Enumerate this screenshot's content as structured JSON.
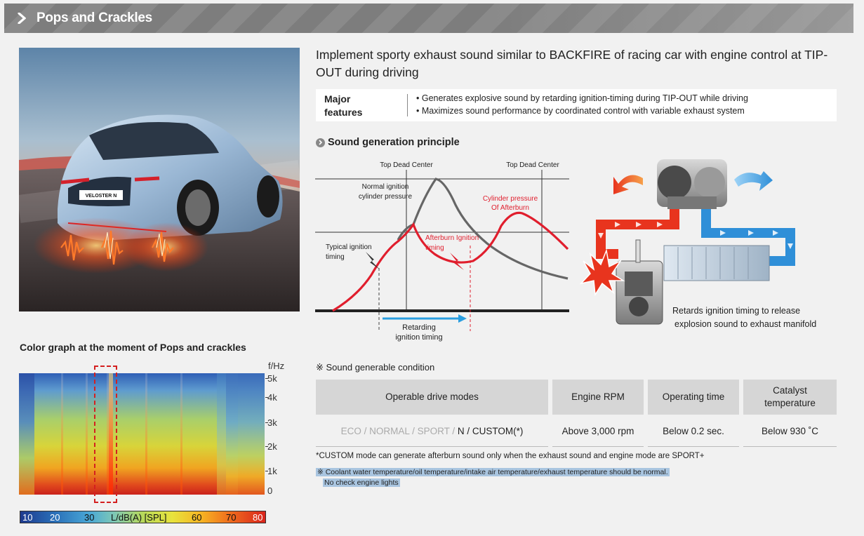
{
  "header": {
    "title": "Pops and Crackles"
  },
  "hero": {
    "badge": "VELOSTER N"
  },
  "intro": {
    "text": "Implement sporty exhaust sound similar to BACKFIRE of racing car with engine control at TIP-OUT during driving"
  },
  "features": {
    "label_line1": "Major",
    "label_line2": "features",
    "items": [
      "• Generates explosive sound by retarding ignition-timing during TIP-OUT while driving",
      "• Maximizes sound performance by coordinated control with variable exhaust system"
    ]
  },
  "principle": {
    "title": "Sound generation principle",
    "tdc_left": "Top Dead Center",
    "tdc_right": "Top Dead Center",
    "normal_line1": "Normal ignition",
    "normal_line2": "cylinder pressure",
    "typical_line1": "Typical ignition",
    "typical_line2": "timing",
    "afterburn_line1": "Afterburn Ignition",
    "afterburn_line2": "timing",
    "cyl_line1": "Cylinder pressure",
    "cyl_line2": "Of Afterburn",
    "retard_line1": "Retarding",
    "retard_line2": "ignition timing",
    "colors": {
      "normal": "#666666",
      "afterburn": "#e01e2d",
      "arrow": "#2a9ee0"
    }
  },
  "engine": {
    "caption_line1": "Retards ignition timing to release",
    "caption_line2": "explosion sound to exhaust manifold",
    "colors": {
      "hot": "#e8341e",
      "cold": "#2f8fd8"
    }
  },
  "color_graph": {
    "title": "Color graph at the moment of Pops and crackles",
    "unit": "f/Hz",
    "freq_labels": [
      "5k",
      "4k",
      "3k",
      "2k",
      "1k",
      "0"
    ],
    "scale_labels": [
      "10",
      "20",
      "30",
      "L/dB(A) [SPL]",
      "60",
      "70",
      "80"
    ]
  },
  "condition": {
    "title": "※ Sound generable condition",
    "headers": [
      "Operable drive modes",
      "Engine RPM",
      "Operating time",
      "Catalyst temperature"
    ],
    "modes_gray": "ECO / NORMAL / SPORT / ",
    "modes_dark": "N / CUSTOM(*)",
    "rpm": "Above 3,000 rpm",
    "time": "Below 0.2 sec.",
    "temp": "Below 930 ˚C"
  },
  "notes": {
    "custom": "*CUSTOM mode can generate afterburn sound only when the exhaust sound and engine mode are SPORT+",
    "coolant_line1": "※ Coolant water temperature/oil temperature/intake air temperature/exhaust temperature should be normal.",
    "coolant_line2": "No check engine lights"
  }
}
